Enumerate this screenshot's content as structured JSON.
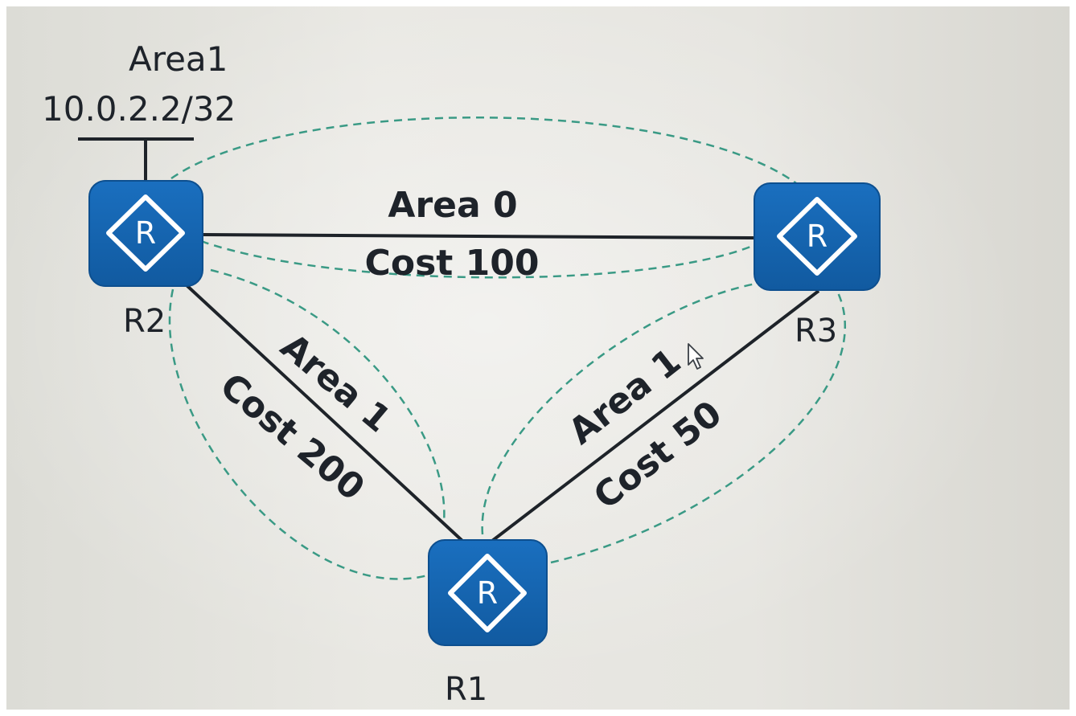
{
  "colors": {
    "router_fill": "#1665b0",
    "router_border": "#0d4f8f",
    "link_line": "#1e2329",
    "dashed_adjacency": "#3a9a85",
    "text": "#1e232a",
    "background": "#e6e5e0"
  },
  "stub_network": {
    "area": "Area1",
    "prefix": "10.0.2.2/32"
  },
  "routers": [
    {
      "label": "R2",
      "icon": "router-icon",
      "glyph": "R"
    },
    {
      "label": "R3",
      "icon": "router-icon",
      "glyph": "R"
    },
    {
      "label": "R1",
      "icon": "router-icon",
      "glyph": "R"
    }
  ],
  "links": [
    {
      "between": [
        "R2",
        "R3"
      ],
      "area": "Area 0",
      "cost": "Cost 100"
    },
    {
      "between": [
        "R2",
        "R1"
      ],
      "area": "Area 1",
      "cost": "Cost 200"
    },
    {
      "between": [
        "R1",
        "R3"
      ],
      "area": "Area 1",
      "cost": "Cost 50"
    }
  ],
  "cursor_icon": "mouse-pointer-icon"
}
